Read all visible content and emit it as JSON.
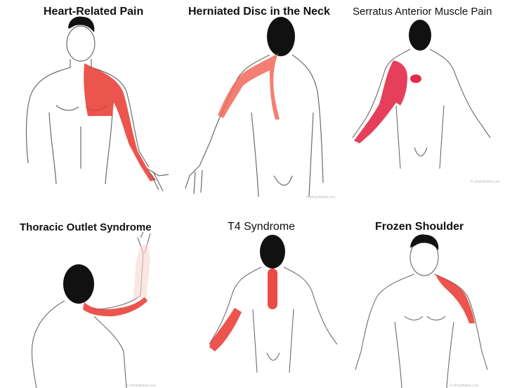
{
  "colors": {
    "pain": "#e8372f",
    "pain_soft": "#f4796c",
    "outline": "#6b6b6b",
    "hair": "#111111",
    "text": "#111111"
  },
  "panels": [
    {
      "title": "Heart-Related Pain",
      "view": "front",
      "pain_region": "left chest, shoulder and inner arm"
    },
    {
      "title": "Herniated Disc in the Neck",
      "view": "back",
      "pain_region": "neck, shoulder and arm"
    },
    {
      "title": "Serratus Anterior Muscle Pain",
      "view": "back",
      "pain_region": "shoulder blade and arm"
    },
    {
      "title": "Thoracic Outlet Syndrome",
      "view": "back-raised-arm",
      "pain_region": "neck, shoulder and arm"
    },
    {
      "title": "T4 Syndrome",
      "view": "back",
      "pain_region": "upper back and forearm"
    },
    {
      "title": "Frozen Shoulder",
      "view": "front",
      "pain_region": "shoulder"
    }
  ]
}
